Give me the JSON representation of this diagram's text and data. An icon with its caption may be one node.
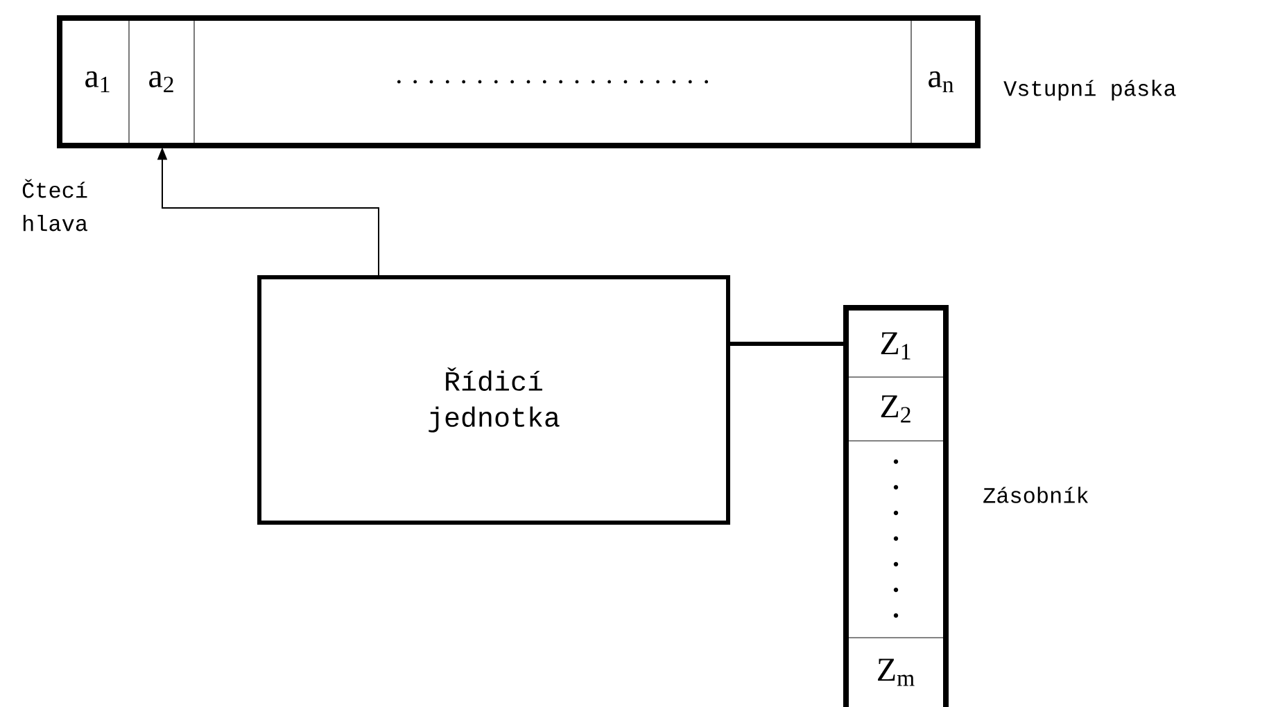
{
  "diagram": {
    "nodes": [
      {
        "text": [],
        "shape": "box",
        "beside": [
          "Vstupní páska"
        ]
      },
      {
        "text": [
          "a$_{1}$"
        ],
        "in": 0
      },
      {
        "text": [
          "a$_{2}$"
        ],
        "in": 0
      },
      {
        "text": [
          ". . . . . . . . . . . . . . . . . . . ."
        ],
        "in": 0
      },
      {
        "text": [
          "a$_{n}$"
        ],
        "in": 0
      },
      {
        "text": [
          "Řídicí jednotka"
        ]
      },
      {
        "text": [],
        "shape": "box",
        "beside": [
          "Zásobník"
        ]
      },
      {
        "text": [
          "Z$_{1}$"
        ],
        "in": 6
      },
      {
        "text": [
          "Z$_{2}$"
        ],
        "in": 6
      },
      {
        "text": [],
        "shape": "box",
        "in": 6
      },
      {
        "text": [
          "Z$_{m}$"
        ],
        "in": 6
      }
    ],
    "edges": [
      {
        "from": 5,
        "to": 2,
        "arrow": "to",
        "label": "Čtecí hlava"
      },
      {
        "from": 5,
        "to": 6,
        "arrow": "none",
        "style": "thick"
      }
    ]
  }
}
